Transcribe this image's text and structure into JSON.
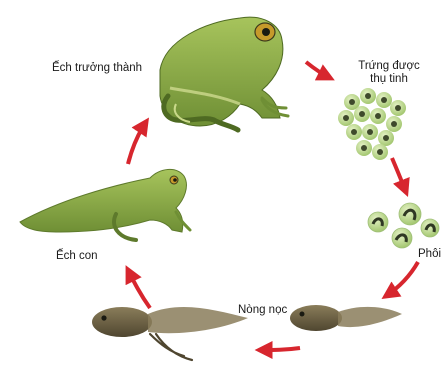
{
  "diagram": {
    "stages": {
      "adult_frog": "Ếch trưởng thành",
      "fertilized_eggs_line1": "Trứng được",
      "fertilized_eggs_line2": "thụ tinh",
      "embryo": "Phôi",
      "tadpole": "Nòng nọc",
      "froglet": "Ếch con"
    },
    "colors": {
      "arrow": "#d7262e",
      "frog_body": "#8fb24e",
      "frog_light": "#c9d98a",
      "frog_dark": "#5e7a2c",
      "egg_jelly": "#b9d98a",
      "egg_core": "#3f4a2c",
      "tadpole_body": "#6f6448"
    }
  }
}
